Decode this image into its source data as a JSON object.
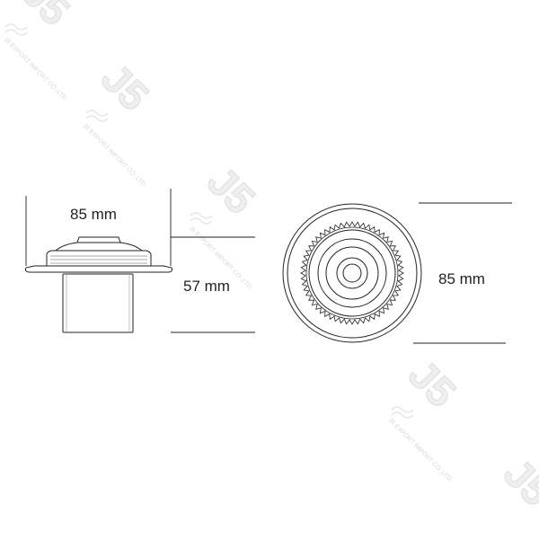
{
  "dimensions": {
    "side_width": "85 mm",
    "side_height": "57 mm",
    "top_diameter": "85 mm"
  },
  "watermark": {
    "brand_mark": "J5",
    "company": "J5 EXPORT IMPORT CO.,LTD."
  },
  "colors": {
    "line": "#222222",
    "watermark": "#dcdcdc",
    "background": "#ffffff"
  }
}
